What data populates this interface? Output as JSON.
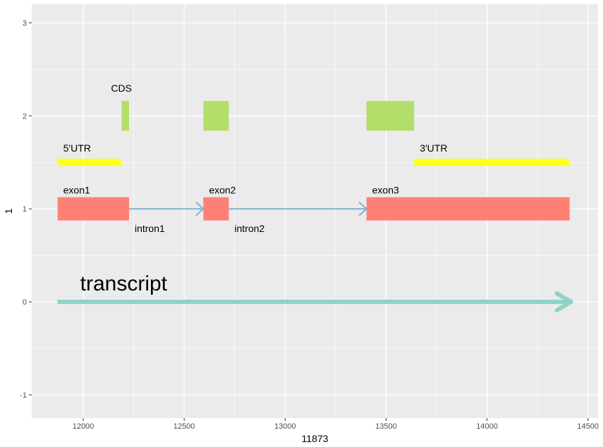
{
  "chart_data": {
    "type": "gene-structure",
    "xlabel": "11873",
    "ylabel": "1",
    "xlim": [
      11745,
      14550
    ],
    "ylim": [
      -1.25,
      3.2
    ],
    "x_major_ticks": [
      12000,
      12500,
      13000,
      13500,
      14000,
      14500
    ],
    "x_minor_ticks": [
      12250,
      12750,
      13250,
      13750,
      14250
    ],
    "y_major_ticks": [
      -1,
      0,
      1,
      2,
      3
    ],
    "y_minor_ticks": [
      -0.5,
      0.5,
      1.5,
      2.5
    ],
    "x_tick_labels": [
      "12000",
      "12500",
      "13000",
      "13500",
      "14000",
      "14500"
    ],
    "y_tick_labels": [
      "-1",
      "0",
      "1",
      "2",
      "3"
    ],
    "grid": true,
    "colors": {
      "panel": "#ebebeb",
      "grid": "#ffffff",
      "exon": "#ff8075",
      "cds": "#b3de69",
      "utr": "#ffff1a",
      "intron": "#80b1d3",
      "transcript": "#8dd3c7"
    },
    "exons": [
      {
        "label": "exon1",
        "start": 11873,
        "end": 12227,
        "ymin": 0.875,
        "ymax": 1.125
      },
      {
        "label": "exon2",
        "start": 12595,
        "end": 12721,
        "ymin": 0.875,
        "ymax": 1.125
      },
      {
        "label": "exon3",
        "start": 13403,
        "end": 14409,
        "ymin": 0.875,
        "ymax": 1.125
      }
    ],
    "introns": [
      {
        "label": "intron1",
        "start": 12227,
        "end": 12595,
        "y": 1
      },
      {
        "label": "intron2",
        "start": 12721,
        "end": 13403,
        "y": 1
      }
    ],
    "cds": {
      "label": "CDS",
      "segments": [
        {
          "start": 12190,
          "end": 12227,
          "ymin": 1.84,
          "ymax": 2.16
        },
        {
          "start": 12595,
          "end": 12721,
          "ymin": 1.84,
          "ymax": 2.16
        },
        {
          "start": 13403,
          "end": 13639,
          "ymin": 1.84,
          "ymax": 2.16
        }
      ]
    },
    "utrs": [
      {
        "label": "5'UTR",
        "start": 11873,
        "end": 12190,
        "y": 1.5
      },
      {
        "label": "3'UTR",
        "start": 13639,
        "end": 14409,
        "y": 1.5
      }
    ],
    "transcript": {
      "label": "transcript",
      "start": 11873,
      "end": 14409,
      "y": 0
    }
  }
}
